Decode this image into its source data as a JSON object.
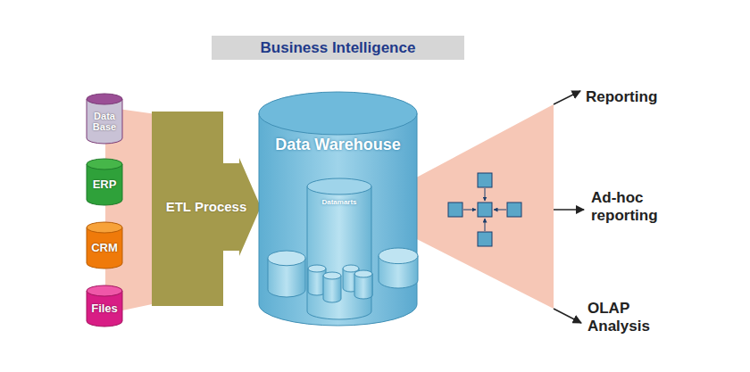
{
  "diagram": {
    "title": "Business Intelligence",
    "nodes": [
      {
        "text": [
          "Data Base"
        ]
      },
      {
        "text": [
          "ERP"
        ]
      },
      {
        "text": [
          "CRM"
        ]
      },
      {
        "text": [
          "Files"
        ]
      },
      {
        "text": [
          "ETL Process"
        ]
      },
      {
        "text": [
          "Data Warehouse"
        ]
      },
      {
        "text": [
          "Datamarts"
        ],
        "in": 5
      }
    ],
    "labels": [
      "Reporting",
      "Ad-hoc reporting",
      "OLAP Analysis"
    ]
  }
}
